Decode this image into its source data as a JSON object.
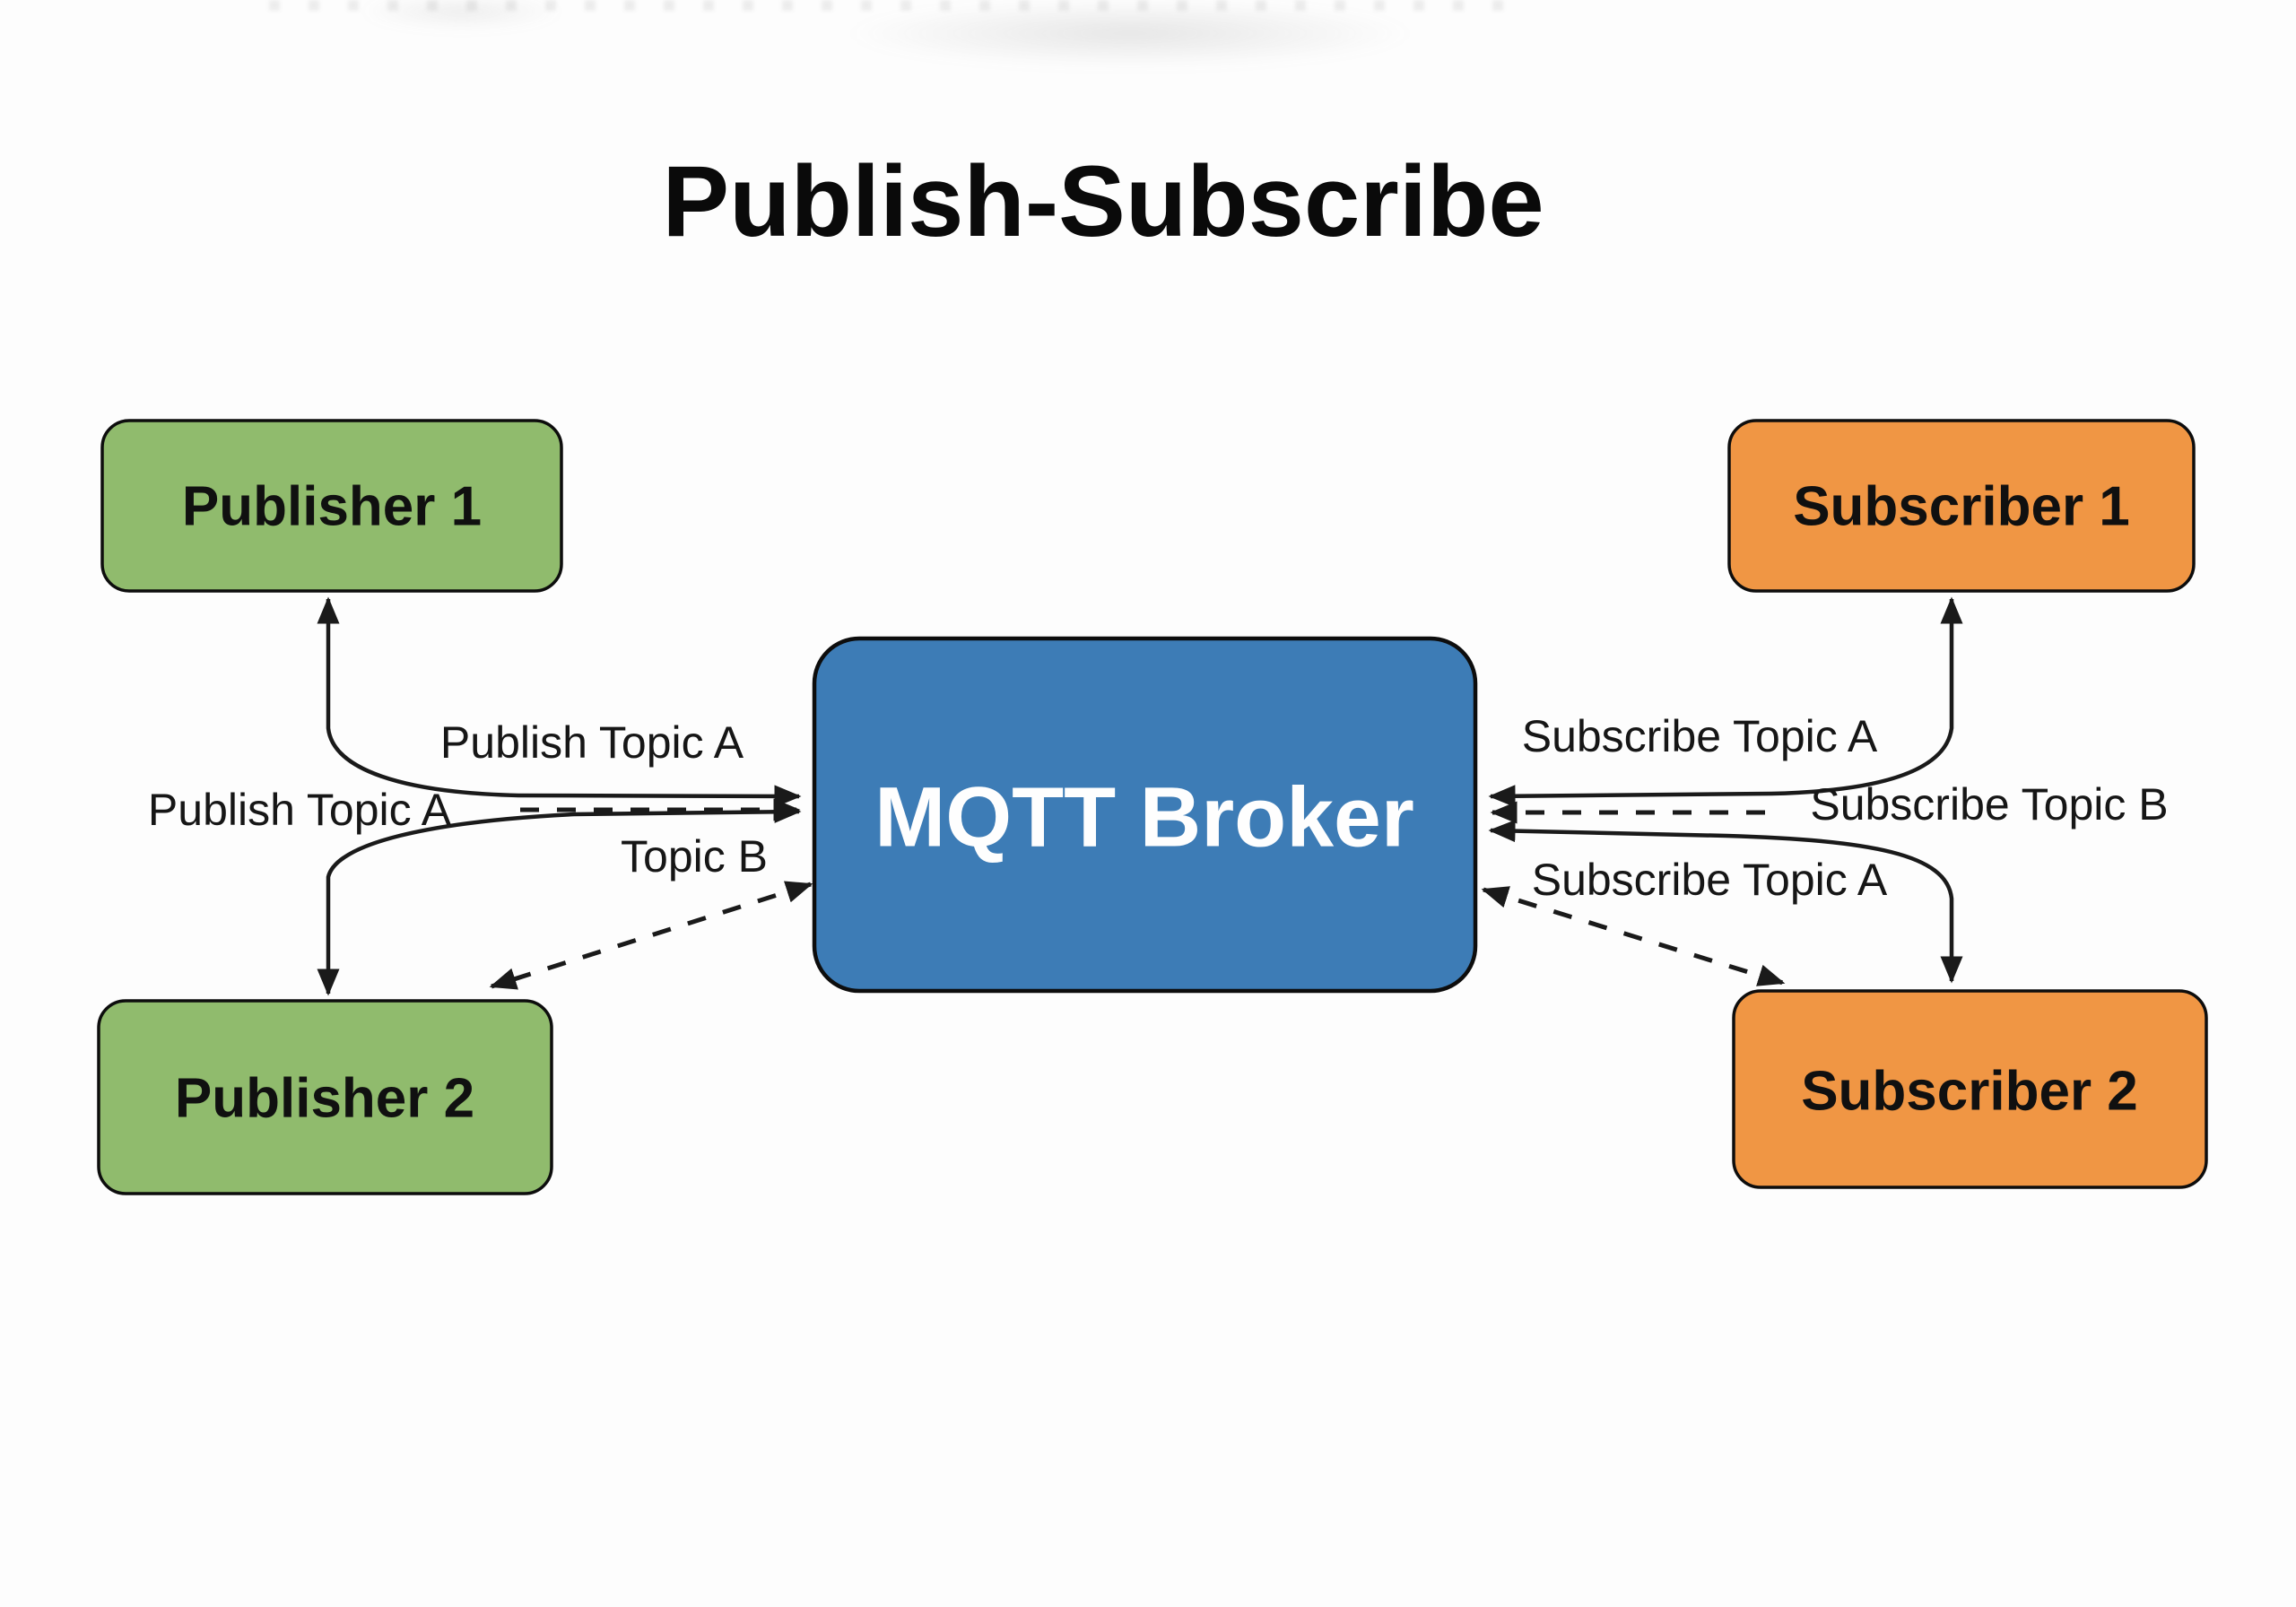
{
  "title": "Publish-Subscribe",
  "colors": {
    "publisher_fill": "#90BB6D",
    "subscriber_fill": "#F09644",
    "broker_fill": "#3D7CB6",
    "line": "#1a1a1a",
    "background": "#fdfdfd"
  },
  "nodes": {
    "publisher1": {
      "label": "Publisher 1"
    },
    "publisher2": {
      "label": "Publisher 2"
    },
    "broker": {
      "label": "MQTT Broker"
    },
    "subscriber1": {
      "label": "Subscriber 1"
    },
    "subscriber2": {
      "label": "Subscriber 2"
    }
  },
  "edge_labels": {
    "publish_topic_a_upper": "Publish Topic A",
    "publish_topic_a_left": "Publish Topic A",
    "topic_b": "Topic B",
    "subscribe_topic_a_upper": "Subscribe Topic A",
    "subscribe_topic_b": "Subscribe Topic B",
    "subscribe_topic_a_lower": "Subscribe Topic A"
  }
}
